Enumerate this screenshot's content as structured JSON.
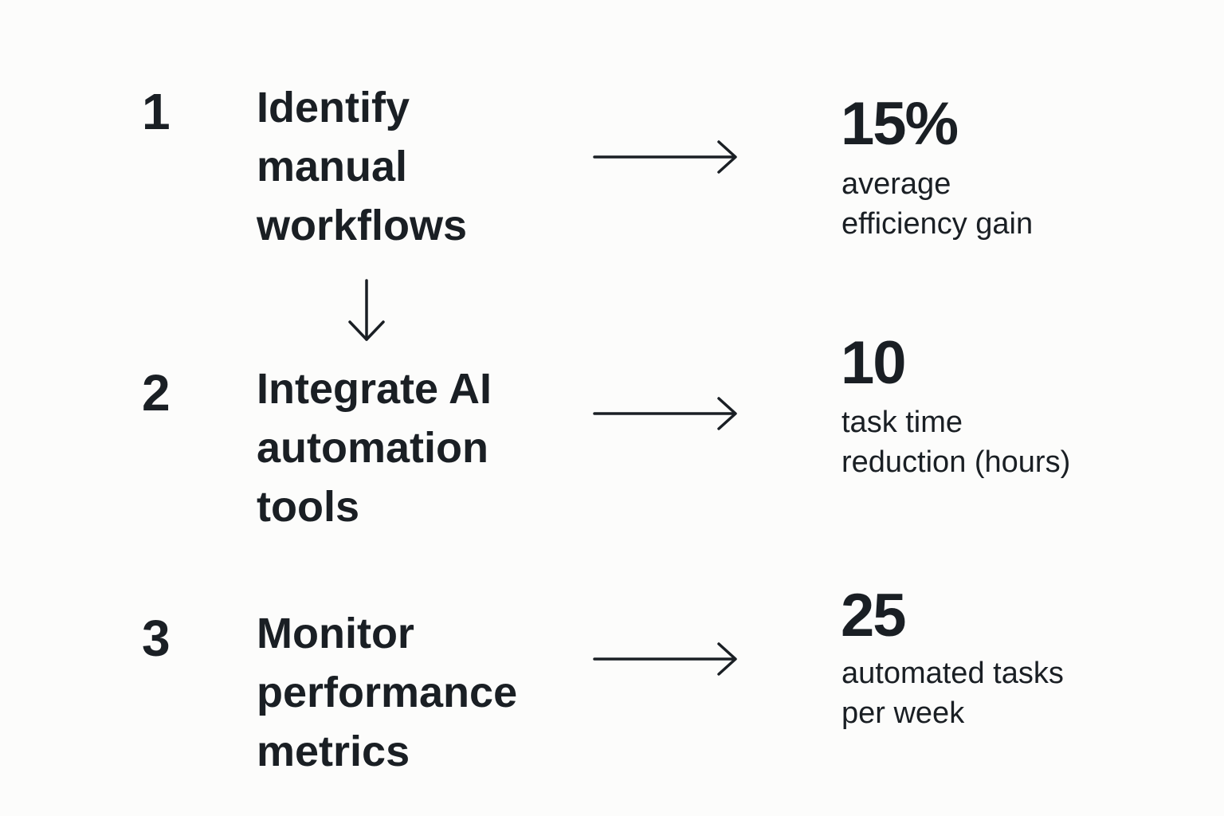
{
  "steps": [
    {
      "number": "1",
      "text": "Identify\nmanual\nworkflows"
    },
    {
      "number": "2",
      "text": "Integrate AI\nautomation\ntools"
    },
    {
      "number": "3",
      "text": "Monitor\nperformance\nmetrics"
    }
  ],
  "metrics": [
    {
      "value": "15%",
      "label": "average\nefficiency gain"
    },
    {
      "value": "10",
      "label": "task time\nreduction (hours)"
    },
    {
      "value": "25",
      "label": "automated tasks\nper week"
    }
  ],
  "colors": {
    "background": "#fcfcfb",
    "text": "#1a1f24"
  },
  "arrows": {
    "step_to_metric": "right-arrow-icon",
    "step1_to_step2": "down-arrow-icon"
  }
}
